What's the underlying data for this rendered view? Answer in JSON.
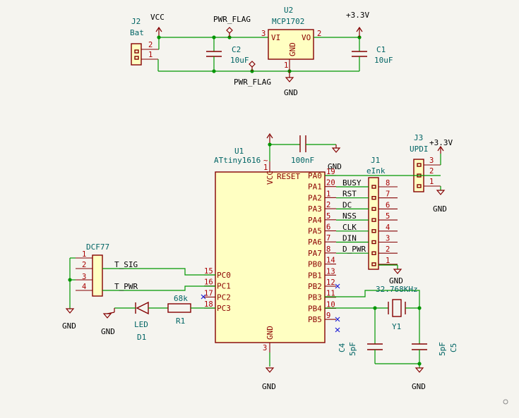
{
  "schematic": {
    "symbols": {
      "J2": {
        "ref": "J2",
        "value": "Bat",
        "pins": [
          "2",
          "1"
        ]
      },
      "U2": {
        "ref": "U2",
        "value": "MCP1702",
        "pin_names": [
          "VI",
          "VO",
          "GND"
        ],
        "pins": [
          "3",
          "2",
          "1"
        ]
      },
      "C2": {
        "ref": "C2",
        "value": "10uF"
      },
      "C1": {
        "ref": "C1",
        "value": "10uF"
      },
      "C3": {
        "value": "100nF"
      },
      "U1": {
        "ref": "U1",
        "value": "ATtiny1616",
        "vcc_pin": "1",
        "gnd_pin": "3",
        "vcc_name": "VCC",
        "gnd_name": "GND",
        "reset_name": "RESET",
        "reset_pin_label": "~",
        "right_pins": [
          {
            "name": "PA0",
            "num": "19"
          },
          {
            "name": "PA1",
            "num": "20"
          },
          {
            "name": "PA2",
            "num": "1"
          },
          {
            "name": "PA3",
            "num": "2"
          },
          {
            "name": "PA4",
            "num": "5"
          },
          {
            "name": "PA5",
            "num": "6"
          },
          {
            "name": "PA6",
            "num": "7"
          },
          {
            "name": "PA7",
            "num": "8"
          },
          {
            "name": "PB0",
            "num": "14"
          },
          {
            "name": "PB1",
            "num": "13"
          },
          {
            "name": "PB2",
            "num": "12"
          },
          {
            "name": "PB3",
            "num": "11"
          },
          {
            "name": "PB4",
            "num": "10"
          },
          {
            "name": "PB5",
            "num": "9"
          }
        ],
        "left_pins": [
          {
            "name": "PC0",
            "num": "15"
          },
          {
            "name": "PC1",
            "num": "16"
          },
          {
            "name": "PC2",
            "num": "17"
          },
          {
            "name": "PC3",
            "num": "18"
          }
        ]
      },
      "J1": {
        "ref": "J1",
        "value": "eInk",
        "pins": [
          "8",
          "7",
          "6",
          "5",
          "4",
          "3",
          "2",
          "1"
        ]
      },
      "J3": {
        "ref": "J3",
        "value": "UPDI",
        "pins": [
          "3",
          "2",
          "1"
        ]
      },
      "DCF77": {
        "value": "DCF77",
        "pins": [
          "1",
          "2",
          "3",
          "4"
        ]
      },
      "R1": {
        "ref": "R1",
        "value": "68k"
      },
      "D1": {
        "ref": "D1",
        "value": "LED"
      },
      "Y1": {
        "ref": "Y1",
        "value": "32.768KHz"
      },
      "C4": {
        "ref": "C4",
        "value": "5pF"
      },
      "C5": {
        "ref": "C5",
        "value": "5pF"
      }
    },
    "nets": {
      "vcc": "VCC",
      "v33": "+3.3V",
      "gnd": "GND",
      "pwr_flag": "PWR_FLAG",
      "eink_labels": [
        "BUSY",
        "RST",
        "DC",
        "NSS",
        "CLK",
        "DIN",
        "D_PWR"
      ],
      "t_sig": "T_SIG",
      "t_pwr": "T_PWR"
    }
  }
}
